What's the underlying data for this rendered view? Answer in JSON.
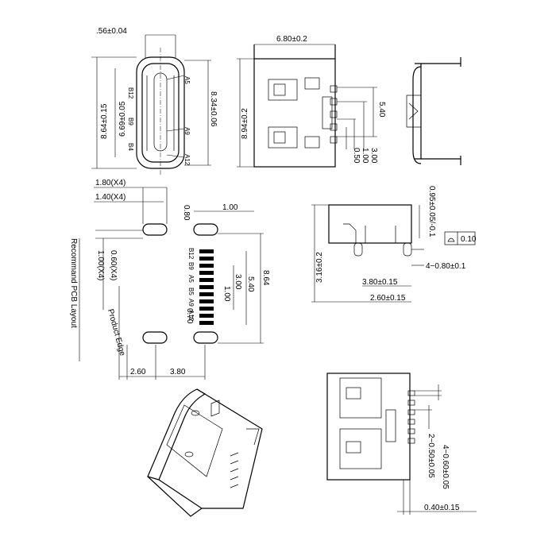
{
  "top_view": {
    "width": ".56±0.04",
    "height_outer": "8.64±0.15",
    "height_inner": "6.69±0.05",
    "height_shell": "8.34±0.06",
    "pins": [
      "A5",
      "B12",
      "B9",
      "B4",
      "A9",
      "A12"
    ]
  },
  "front_view": {
    "width": "6.80±0.2",
    "height": "8.94±0.2",
    "pitch_span": "5.40",
    "dims": [
      "3.00",
      "1.00",
      "0.50"
    ]
  },
  "pcb_layout": {
    "title": "Recommand PCB Layout",
    "product_edge": "Product Edge",
    "dims": {
      "slot_len": "1.80(X4)",
      "slot_inner": "1.40(X4)",
      "pad_w": "0.80",
      "pad_pitch": "1.00",
      "pad_size1": "0.60(X4)",
      "pad_size2": "1.00(X4)",
      "h864": "8.64",
      "h540": "5.40",
      "h300": "3.00",
      "h100": "1.00",
      "h070": "0.70",
      "x260": "2.60",
      "x380": "3.80"
    },
    "pins": [
      "B12",
      "B9",
      "A5",
      "B5",
      "A9",
      "A12"
    ]
  },
  "side_view": {
    "height": "3.16±0.2",
    "tab": "0.95±0.05/-0.1",
    "flat": "0.10",
    "legs": "4−0.80±0.1",
    "x380": "3.80±0.15",
    "x260": "2.60±0.15"
  },
  "bottom_view": {
    "legs": "4−0.60±0.05",
    "pitch": "2−0.50±0.05",
    "offset": "0.40±0.15"
  }
}
